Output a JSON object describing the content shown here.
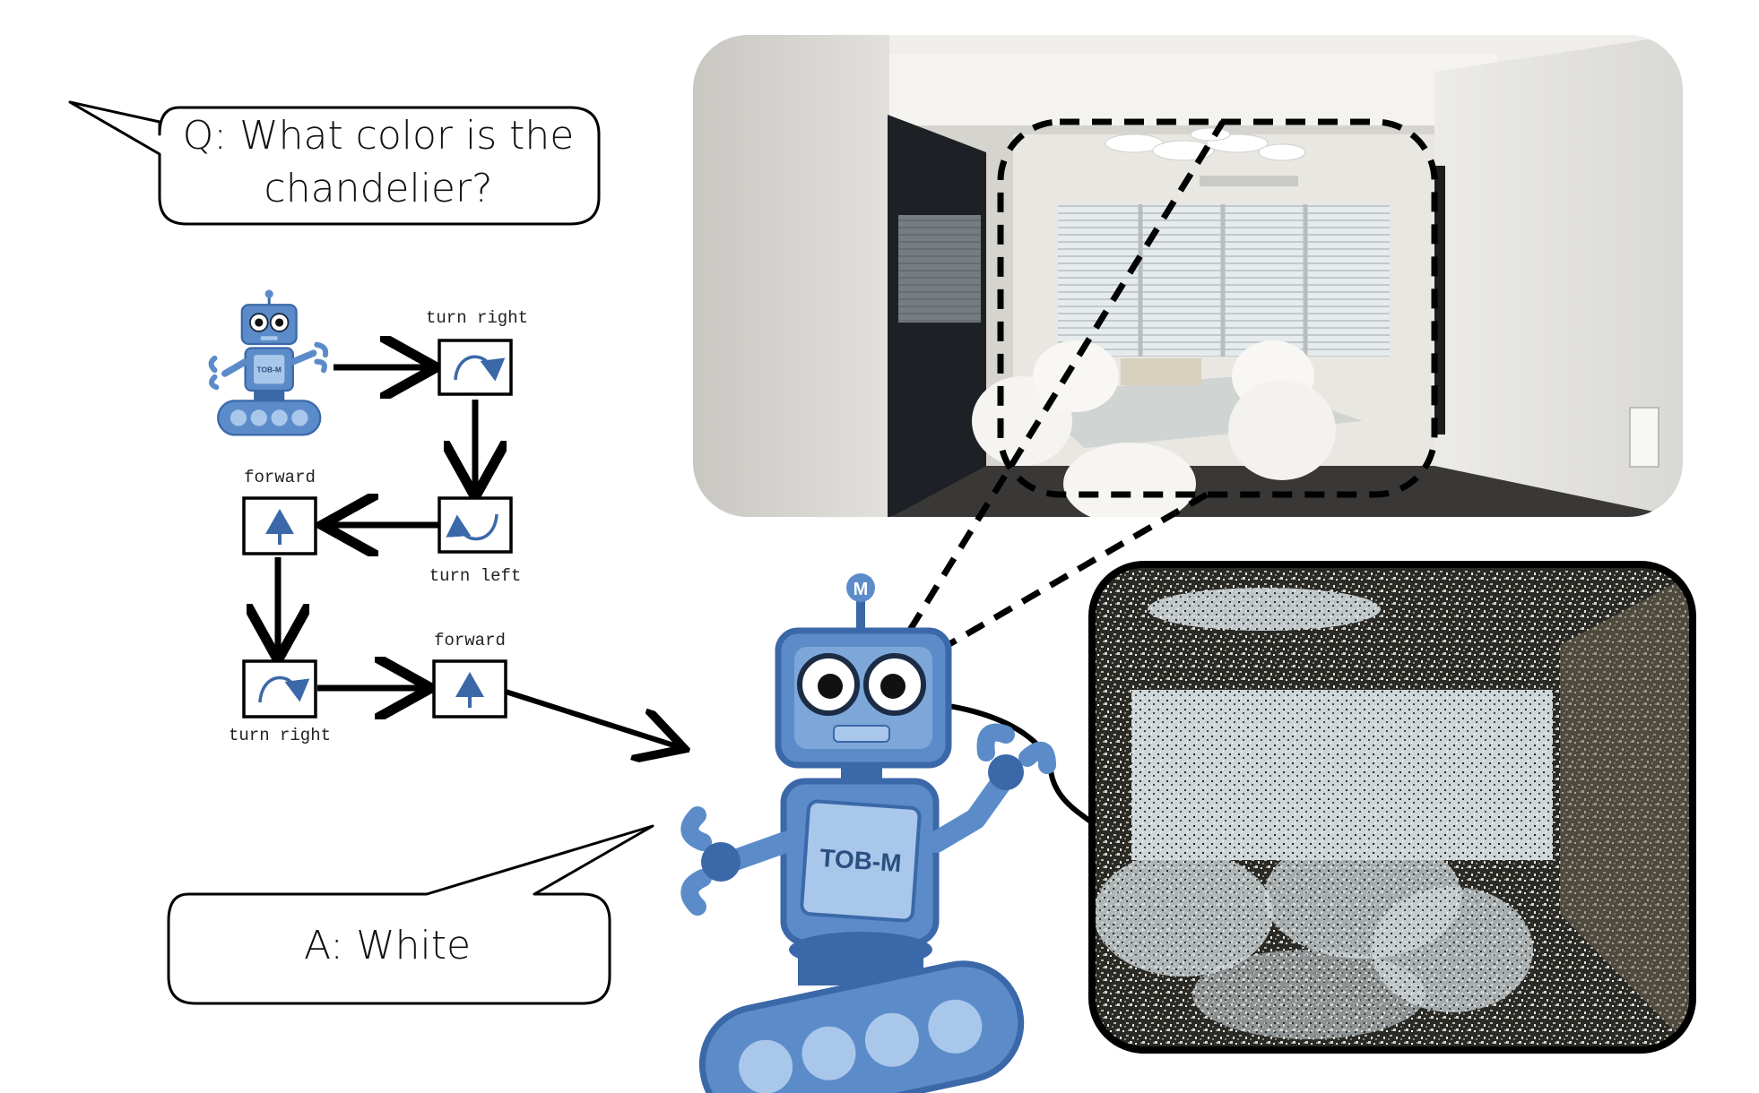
{
  "question": {
    "line1": "Q: What color is the",
    "line2": "chandelier?"
  },
  "answer": {
    "text": "A: White"
  },
  "actions": {
    "a1": "turn right",
    "a2": "turn left",
    "a3": "forward",
    "a4": "turn right",
    "a5": "forward"
  },
  "robot_badge": "TOB-M",
  "robot_antenna_letter": "M",
  "colors": {
    "robot_blue": "#5b8cc9",
    "robot_dark": "#3b68a8",
    "robot_light": "#a9c7ea",
    "stroke": "#000000"
  },
  "icons": [
    "turn-right-icon",
    "turn-left-icon",
    "forward-icon",
    "speech-bubble",
    "robot-icon"
  ]
}
